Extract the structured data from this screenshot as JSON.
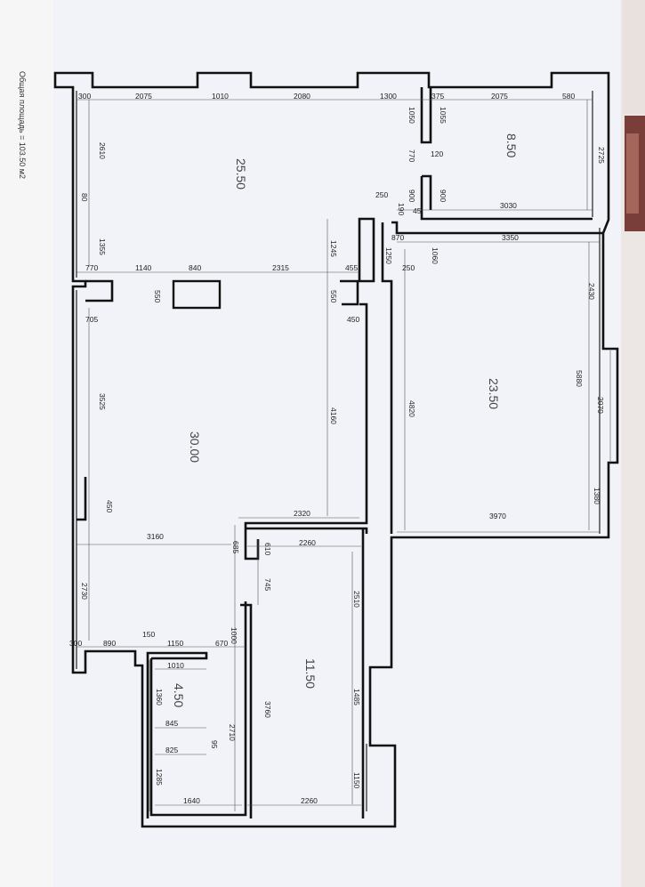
{
  "note": "Общая площадь = 103.50 м2",
  "rooms": [
    {
      "id": "a",
      "area": "25.50"
    },
    {
      "id": "b",
      "area": "8.50"
    },
    {
      "id": "c",
      "area": "23.50"
    },
    {
      "id": "d",
      "area": "30.00"
    },
    {
      "id": "e",
      "area": "11.50"
    },
    {
      "id": "f",
      "area": "4.50"
    }
  ],
  "dims": [
    "300",
    "2075",
    "1010",
    "2080",
    "1300",
    "375",
    "2075",
    "580",
    "2610",
    "1050",
    "1055",
    "770",
    "120",
    "2725",
    "80",
    "250",
    "900",
    "45",
    "190",
    "900",
    "3030",
    "1355",
    "870",
    "3350",
    "1245",
    "1250",
    "1060",
    "770",
    "1140",
    "840",
    "2315",
    "455",
    "250",
    "550",
    "550",
    "2430",
    "705",
    "450",
    "3525",
    "4160",
    "4820",
    "5880",
    "2070",
    "450",
    "2320",
    "3970",
    "1380",
    "3160",
    "685",
    "610",
    "2260",
    "745",
    "2510",
    "2730",
    "1000",
    "300",
    "890",
    "150",
    "1150",
    "670",
    "1010",
    "3760",
    "1485",
    "1360",
    "2710",
    "845",
    "95",
    "825",
    "1285",
    "1150",
    "1640",
    "2260"
  ]
}
